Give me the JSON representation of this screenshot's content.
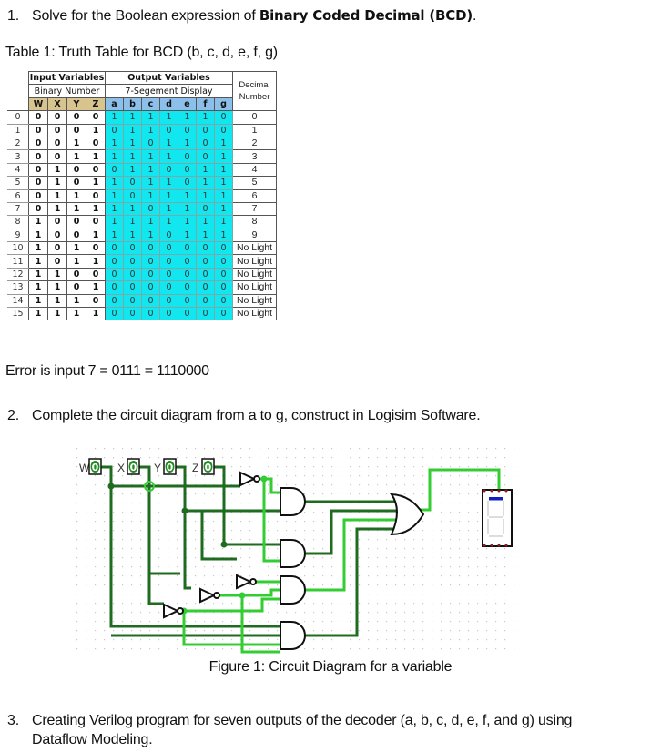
{
  "question1": {
    "number": "1.",
    "text_before": "Solve for the Boolean expression of ",
    "text_bold": "Binary Coded Decimal (BCD)",
    "text_after": "."
  },
  "table_caption": "Table 1: Truth Table for BCD (b, c, d, e, f, g)",
  "table": {
    "group_input": "Input Variables",
    "group_output": "Output Variables",
    "sub_input": "Binary Number",
    "sub_output": "7-Segement Display",
    "decimal_header": "Decimal Number",
    "input_headers": [
      "W",
      "X",
      "Y",
      "Z"
    ],
    "output_headers": [
      "a",
      "b",
      "c",
      "d",
      "e",
      "f",
      "g"
    ],
    "colors": {
      "input_header_bg": "#d8c48f",
      "output_header_bg": "#8cc0ea",
      "output_cell_bg": "#12e6ef"
    },
    "rows": [
      {
        "n": "0",
        "in": [
          "0",
          "0",
          "0",
          "0"
        ],
        "out": [
          "1",
          "1",
          "1",
          "1",
          "1",
          "1",
          "0"
        ],
        "dec": "0"
      },
      {
        "n": "1",
        "in": [
          "0",
          "0",
          "0",
          "1"
        ],
        "out": [
          "0",
          "1",
          "1",
          "0",
          "0",
          "0",
          "0"
        ],
        "dec": "1"
      },
      {
        "n": "2",
        "in": [
          "0",
          "0",
          "1",
          "0"
        ],
        "out": [
          "1",
          "1",
          "0",
          "1",
          "1",
          "0",
          "1"
        ],
        "dec": "2"
      },
      {
        "n": "3",
        "in": [
          "0",
          "0",
          "1",
          "1"
        ],
        "out": [
          "1",
          "1",
          "1",
          "1",
          "0",
          "0",
          "1"
        ],
        "dec": "3"
      },
      {
        "n": "4",
        "in": [
          "0",
          "1",
          "0",
          "0"
        ],
        "out": [
          "0",
          "1",
          "1",
          "0",
          "0",
          "1",
          "1"
        ],
        "dec": "4"
      },
      {
        "n": "5",
        "in": [
          "0",
          "1",
          "0",
          "1"
        ],
        "out": [
          "1",
          "0",
          "1",
          "1",
          "0",
          "1",
          "1"
        ],
        "dec": "5"
      },
      {
        "n": "6",
        "in": [
          "0",
          "1",
          "1",
          "0"
        ],
        "out": [
          "1",
          "0",
          "1",
          "1",
          "1",
          "1",
          "1"
        ],
        "dec": "6"
      },
      {
        "n": "7",
        "in": [
          "0",
          "1",
          "1",
          "1"
        ],
        "out": [
          "1",
          "1",
          "0",
          "1",
          "1",
          "0",
          "1"
        ],
        "dec": "7"
      },
      {
        "n": "8",
        "in": [
          "1",
          "0",
          "0",
          "0"
        ],
        "out": [
          "1",
          "1",
          "1",
          "1",
          "1",
          "1",
          "1"
        ],
        "dec": "8"
      },
      {
        "n": "9",
        "in": [
          "1",
          "0",
          "0",
          "1"
        ],
        "out": [
          "1",
          "1",
          "1",
          "0",
          "1",
          "1",
          "1"
        ],
        "dec": "9"
      },
      {
        "n": "10",
        "in": [
          "1",
          "0",
          "1",
          "0"
        ],
        "out": [
          "0",
          "0",
          "0",
          "0",
          "0",
          "0",
          "0"
        ],
        "dec": "No Light"
      },
      {
        "n": "11",
        "in": [
          "1",
          "0",
          "1",
          "1"
        ],
        "out": [
          "0",
          "0",
          "0",
          "0",
          "0",
          "0",
          "0"
        ],
        "dec": "No Light"
      },
      {
        "n": "12",
        "in": [
          "1",
          "1",
          "0",
          "0"
        ],
        "out": [
          "0",
          "0",
          "0",
          "0",
          "0",
          "0",
          "0"
        ],
        "dec": "No Light"
      },
      {
        "n": "13",
        "in": [
          "1",
          "1",
          "0",
          "1"
        ],
        "out": [
          "0",
          "0",
          "0",
          "0",
          "0",
          "0",
          "0"
        ],
        "dec": "No Light"
      },
      {
        "n": "14",
        "in": [
          "1",
          "1",
          "1",
          "0"
        ],
        "out": [
          "0",
          "0",
          "0",
          "0",
          "0",
          "0",
          "0"
        ],
        "dec": "No Light"
      },
      {
        "n": "15",
        "in": [
          "1",
          "1",
          "1",
          "1"
        ],
        "out": [
          "0",
          "0",
          "0",
          "0",
          "0",
          "0",
          "0"
        ],
        "dec": "No Light"
      }
    ]
  },
  "error_note": "Error is input 7 = 0111 = 1110000",
  "question2": {
    "number": "2.",
    "text": "Complete the circuit diagram from a to g, construct in Logisim Software."
  },
  "circuit": {
    "inputs": [
      {
        "label": "W",
        "value": "0"
      },
      {
        "label": "X",
        "value": "0"
      },
      {
        "label": "Y",
        "value": "0"
      },
      {
        "label": "Z",
        "value": "0"
      }
    ],
    "colors": {
      "wire_low": "#1f6b1f",
      "wire_high": "#33cc33",
      "pin_bg": "#1f8a1f",
      "segment_on": "#1020c0",
      "segment_off": "#dddddd"
    }
  },
  "figure_caption": "Figure 1: Circuit Diagram for a variable",
  "question3": {
    "number": "3.",
    "line1": "Creating Verilog program for seven outputs of the decoder (a, b, c, d, e, f, and g) using",
    "line2": "Dataflow Modeling."
  }
}
